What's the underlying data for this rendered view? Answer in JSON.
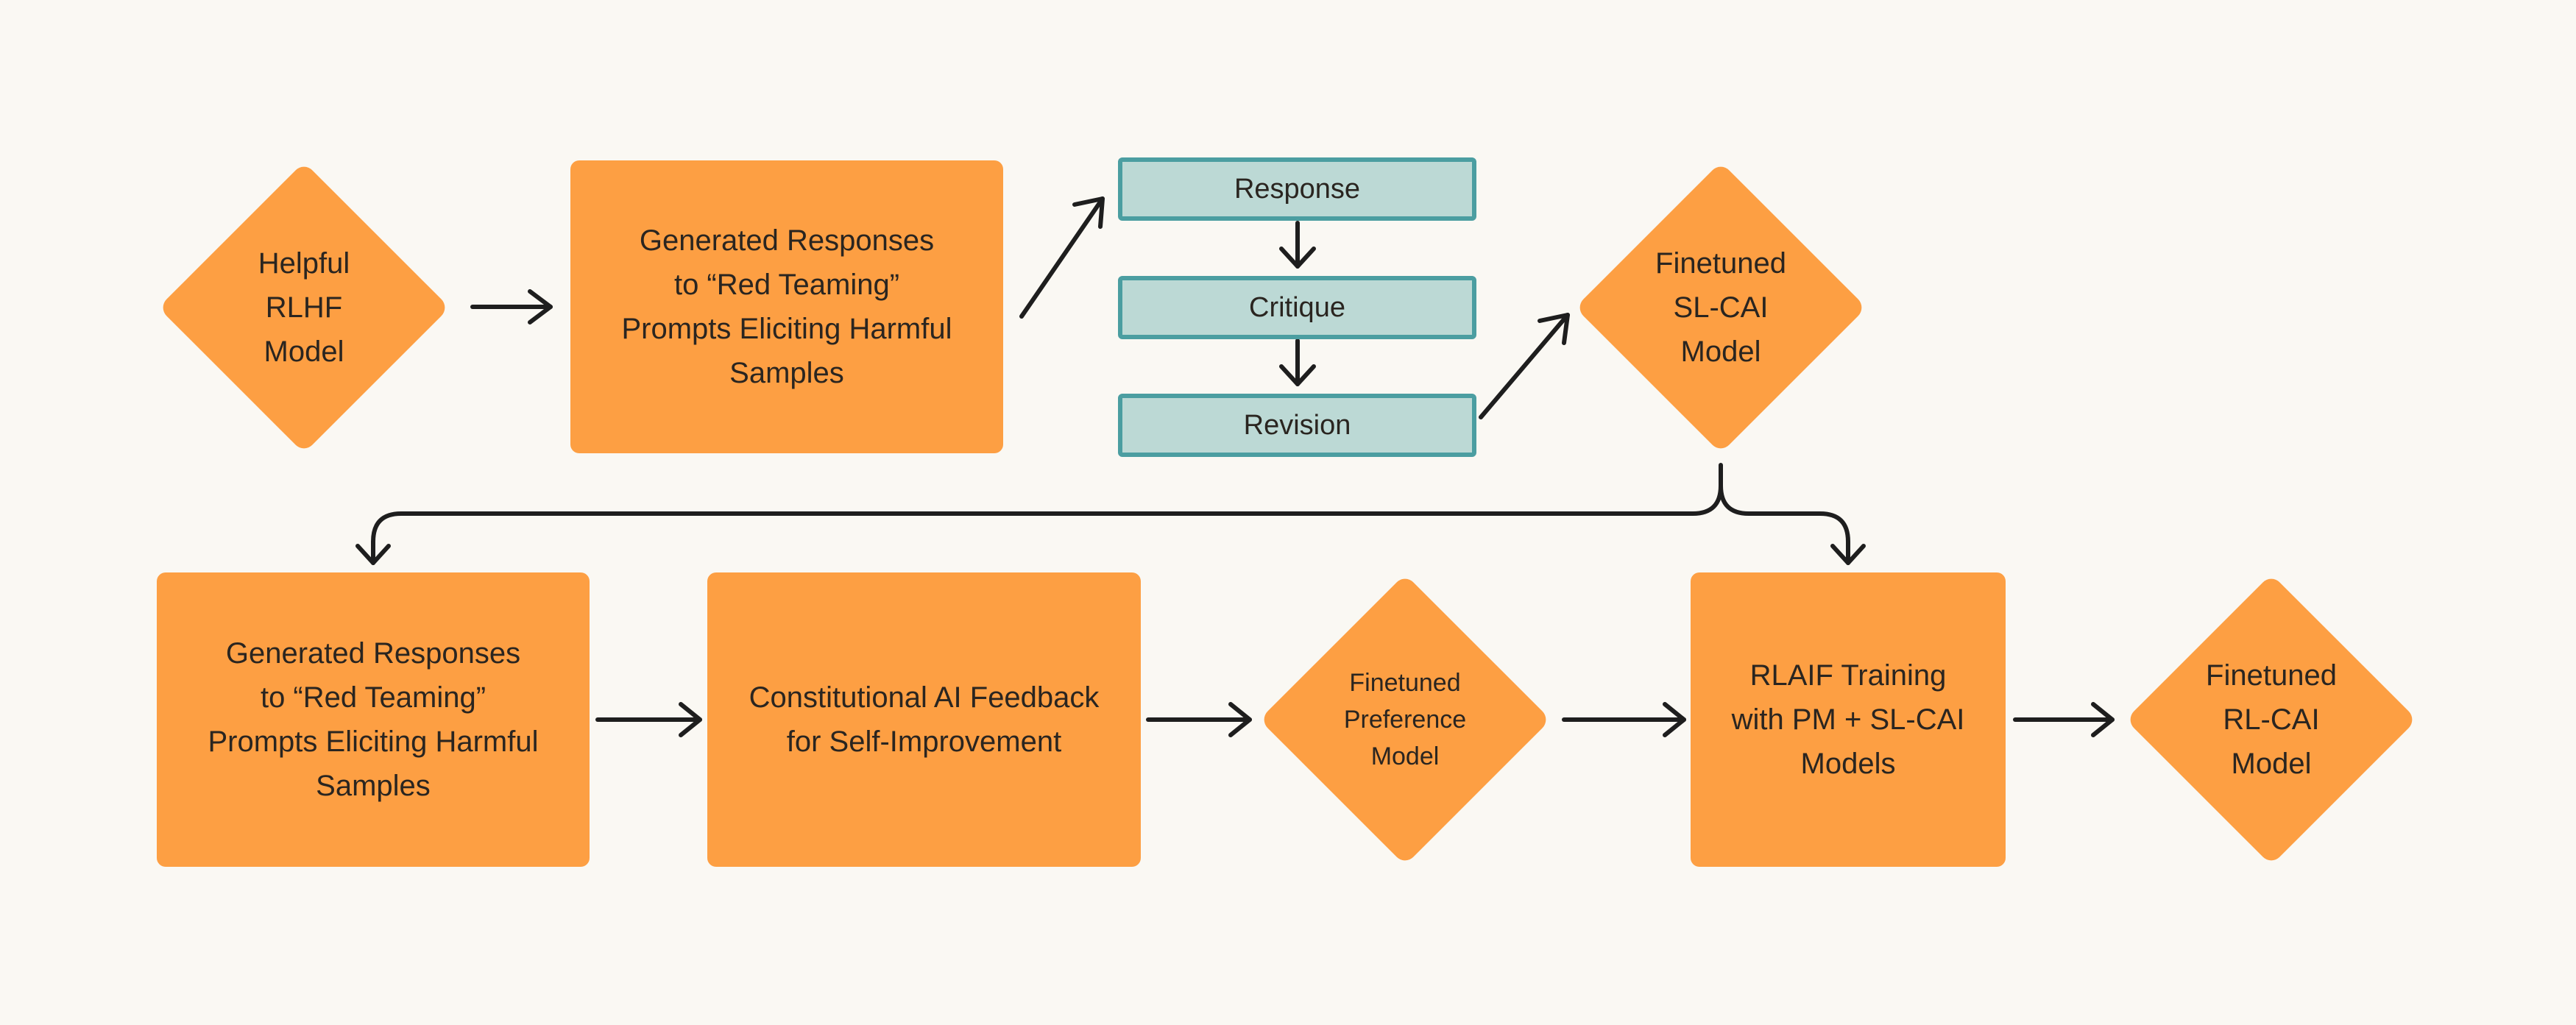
{
  "colors": {
    "background": "#faf8f3",
    "orange_node": "#fd9f43",
    "teal_fill": "#bcd9d5",
    "teal_border": "#4b9ea1",
    "arrow": "#1e1e1e",
    "text": "#2a2520"
  },
  "diagram": {
    "type": "flowchart",
    "nodes": {
      "helpful_rlhf_model": {
        "label": "Helpful\nRLHF\nModel",
        "shape": "diamond"
      },
      "generated_responses_top": {
        "label": "Generated Responses\nto “Red Teaming”\nPrompts Eliciting Harmful\nSamples",
        "shape": "box"
      },
      "response": {
        "label": "Response",
        "shape": "teal-box"
      },
      "critique": {
        "label": "Critique",
        "shape": "teal-box"
      },
      "revision": {
        "label": "Revision",
        "shape": "teal-box"
      },
      "finetuned_sl_cai_model": {
        "label": "Finetuned\nSL-CAI\nModel",
        "shape": "diamond"
      },
      "generated_responses_bottom": {
        "label": "Generated Responses\nto “Red Teaming”\nPrompts Eliciting Harmful\nSamples",
        "shape": "box"
      },
      "constitutional_ai_feedback": {
        "label": "Constitutional AI Feedback\nfor Self-Improvement",
        "shape": "box"
      },
      "finetuned_preference_model": {
        "label": "Finetuned\nPreference\nModel",
        "shape": "diamond"
      },
      "rlaif_training": {
        "label": "RLAIF Training\nwith PM + SL-CAI\nModels",
        "shape": "box"
      },
      "finetuned_rl_cai_model": {
        "label": "Finetuned\nRL-CAI\nModel",
        "shape": "diamond"
      }
    },
    "edges": [
      {
        "from": "helpful_rlhf_model",
        "to": "generated_responses_top"
      },
      {
        "from": "generated_responses_top",
        "to": "response"
      },
      {
        "from": "response",
        "to": "critique"
      },
      {
        "from": "critique",
        "to": "revision"
      },
      {
        "from": "revision",
        "to": "finetuned_sl_cai_model"
      },
      {
        "from": "finetuned_sl_cai_model",
        "to": "generated_responses_bottom"
      },
      {
        "from": "finetuned_sl_cai_model",
        "to": "rlaif_training"
      },
      {
        "from": "generated_responses_bottom",
        "to": "constitutional_ai_feedback"
      },
      {
        "from": "constitutional_ai_feedback",
        "to": "finetuned_preference_model"
      },
      {
        "from": "finetuned_preference_model",
        "to": "rlaif_training"
      },
      {
        "from": "rlaif_training",
        "to": "finetuned_rl_cai_model"
      }
    ]
  }
}
